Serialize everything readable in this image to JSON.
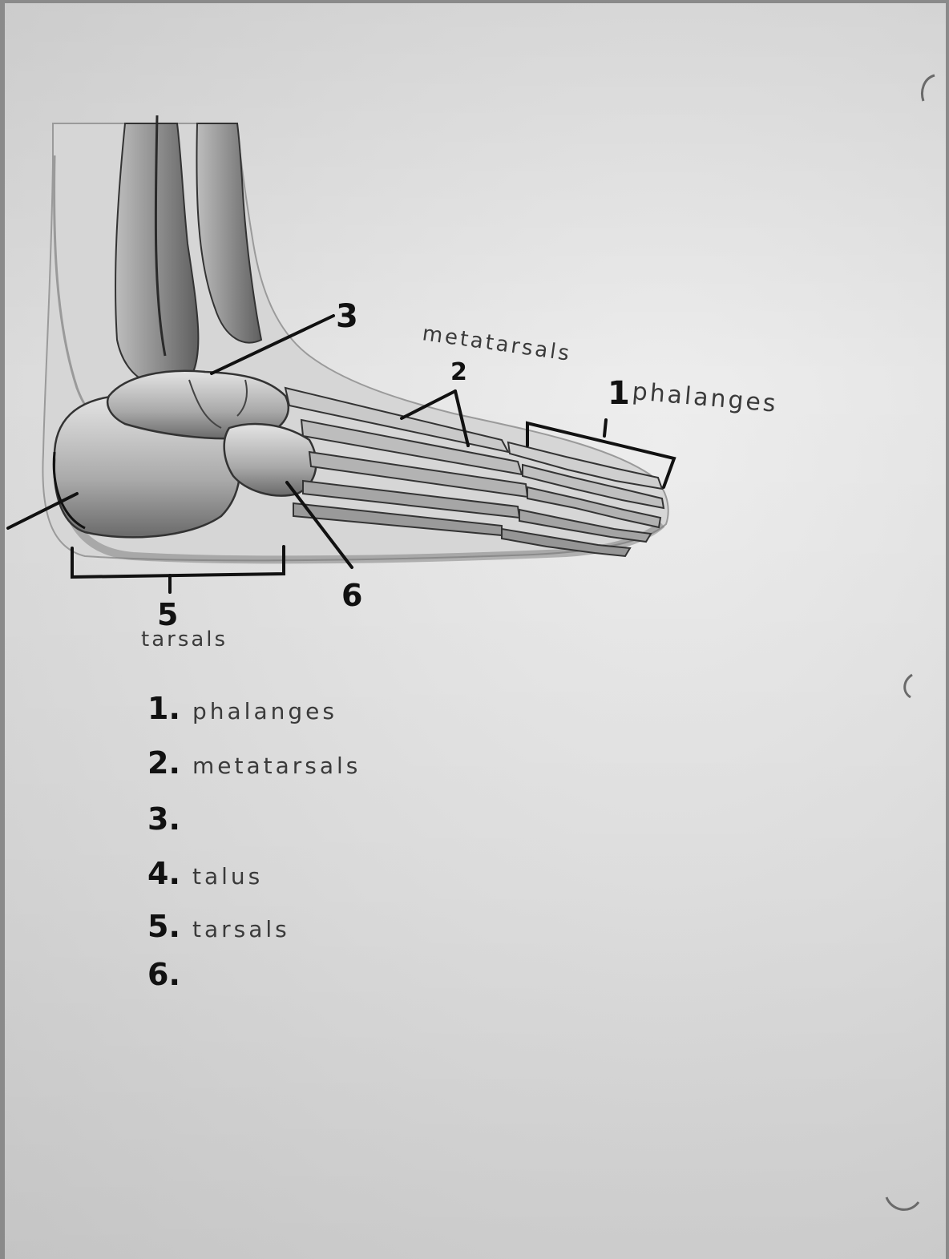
{
  "diagram": {
    "callouts": {
      "label_1": "1",
      "label_2": "2",
      "label_3": "3",
      "label_5": "5",
      "label_6": "6",
      "word_metatarsals": "metatarsals",
      "word_phalanges": "phalanges",
      "word_tarsals": "tarsals"
    }
  },
  "answer_list": [
    {
      "number": "1.",
      "answer": "phalanges"
    },
    {
      "number": "2.",
      "answer": "metatarsals"
    },
    {
      "number": "3.",
      "answer": ""
    },
    {
      "number": "4.",
      "answer": "talus"
    },
    {
      "number": "5.",
      "answer": "tarsals"
    },
    {
      "number": "6.",
      "answer": ""
    }
  ],
  "colors": {
    "paper": "#e6e6e6",
    "ink": "#111111",
    "pencil": "#3a3a3a",
    "bone_light": "#d8d8d8",
    "bone_dark": "#6e6e6e"
  }
}
